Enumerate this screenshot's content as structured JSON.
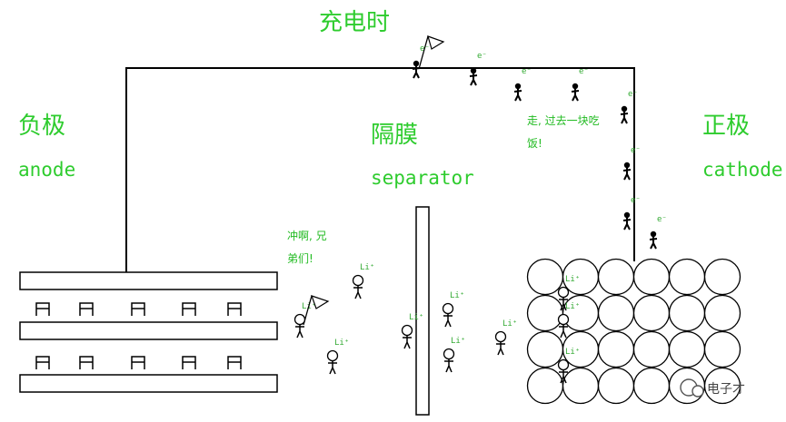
{
  "title": "充电时",
  "labels": {
    "anode_cn": "负极",
    "anode_en": "anode",
    "separator_cn": "隔膜",
    "separator_en": "separator",
    "cathode_cn": "正极",
    "cathode_en": "cathode"
  },
  "speech": {
    "electron_line1": "走, 过去一块吃",
    "electron_line2": "饭!",
    "ion_line1": "冲啊, 兄",
    "ion_line2": "弟们!"
  },
  "particles": {
    "electron": "e⁻",
    "lithium_ion": "Li⁺"
  },
  "watermark": "电子才",
  "colors": {
    "label_green": "#2ecc2e",
    "line": "#000000"
  }
}
